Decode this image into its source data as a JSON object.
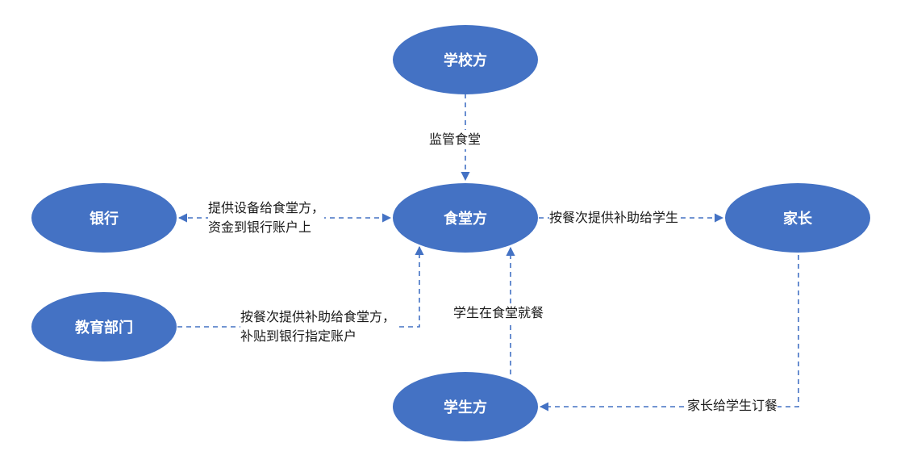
{
  "colors": {
    "node_fill": "#4472c4",
    "node_text": "#ffffff",
    "edge": "#4472c4",
    "label_text": "#1a1a1a"
  },
  "nodes": {
    "school": "学校方",
    "canteen": "食堂方",
    "bank": "银行",
    "parent": "家长",
    "edu": "教育部门",
    "student": "学生方"
  },
  "edges": {
    "school_canteen": {
      "line1": "监管食堂"
    },
    "bank_canteen": {
      "line1": "提供设备给食堂方，",
      "line2": "资金到银行账户上"
    },
    "canteen_parent": {
      "line1": "按餐次提供补助给学生"
    },
    "edu_canteen": {
      "line1": "按餐次提供补助给食堂方，",
      "line2": "补贴到银行指定账户"
    },
    "student_canteen": {
      "line1": "学生在食堂就餐"
    },
    "parent_student": {
      "line1": "家长给学生订餐"
    }
  }
}
